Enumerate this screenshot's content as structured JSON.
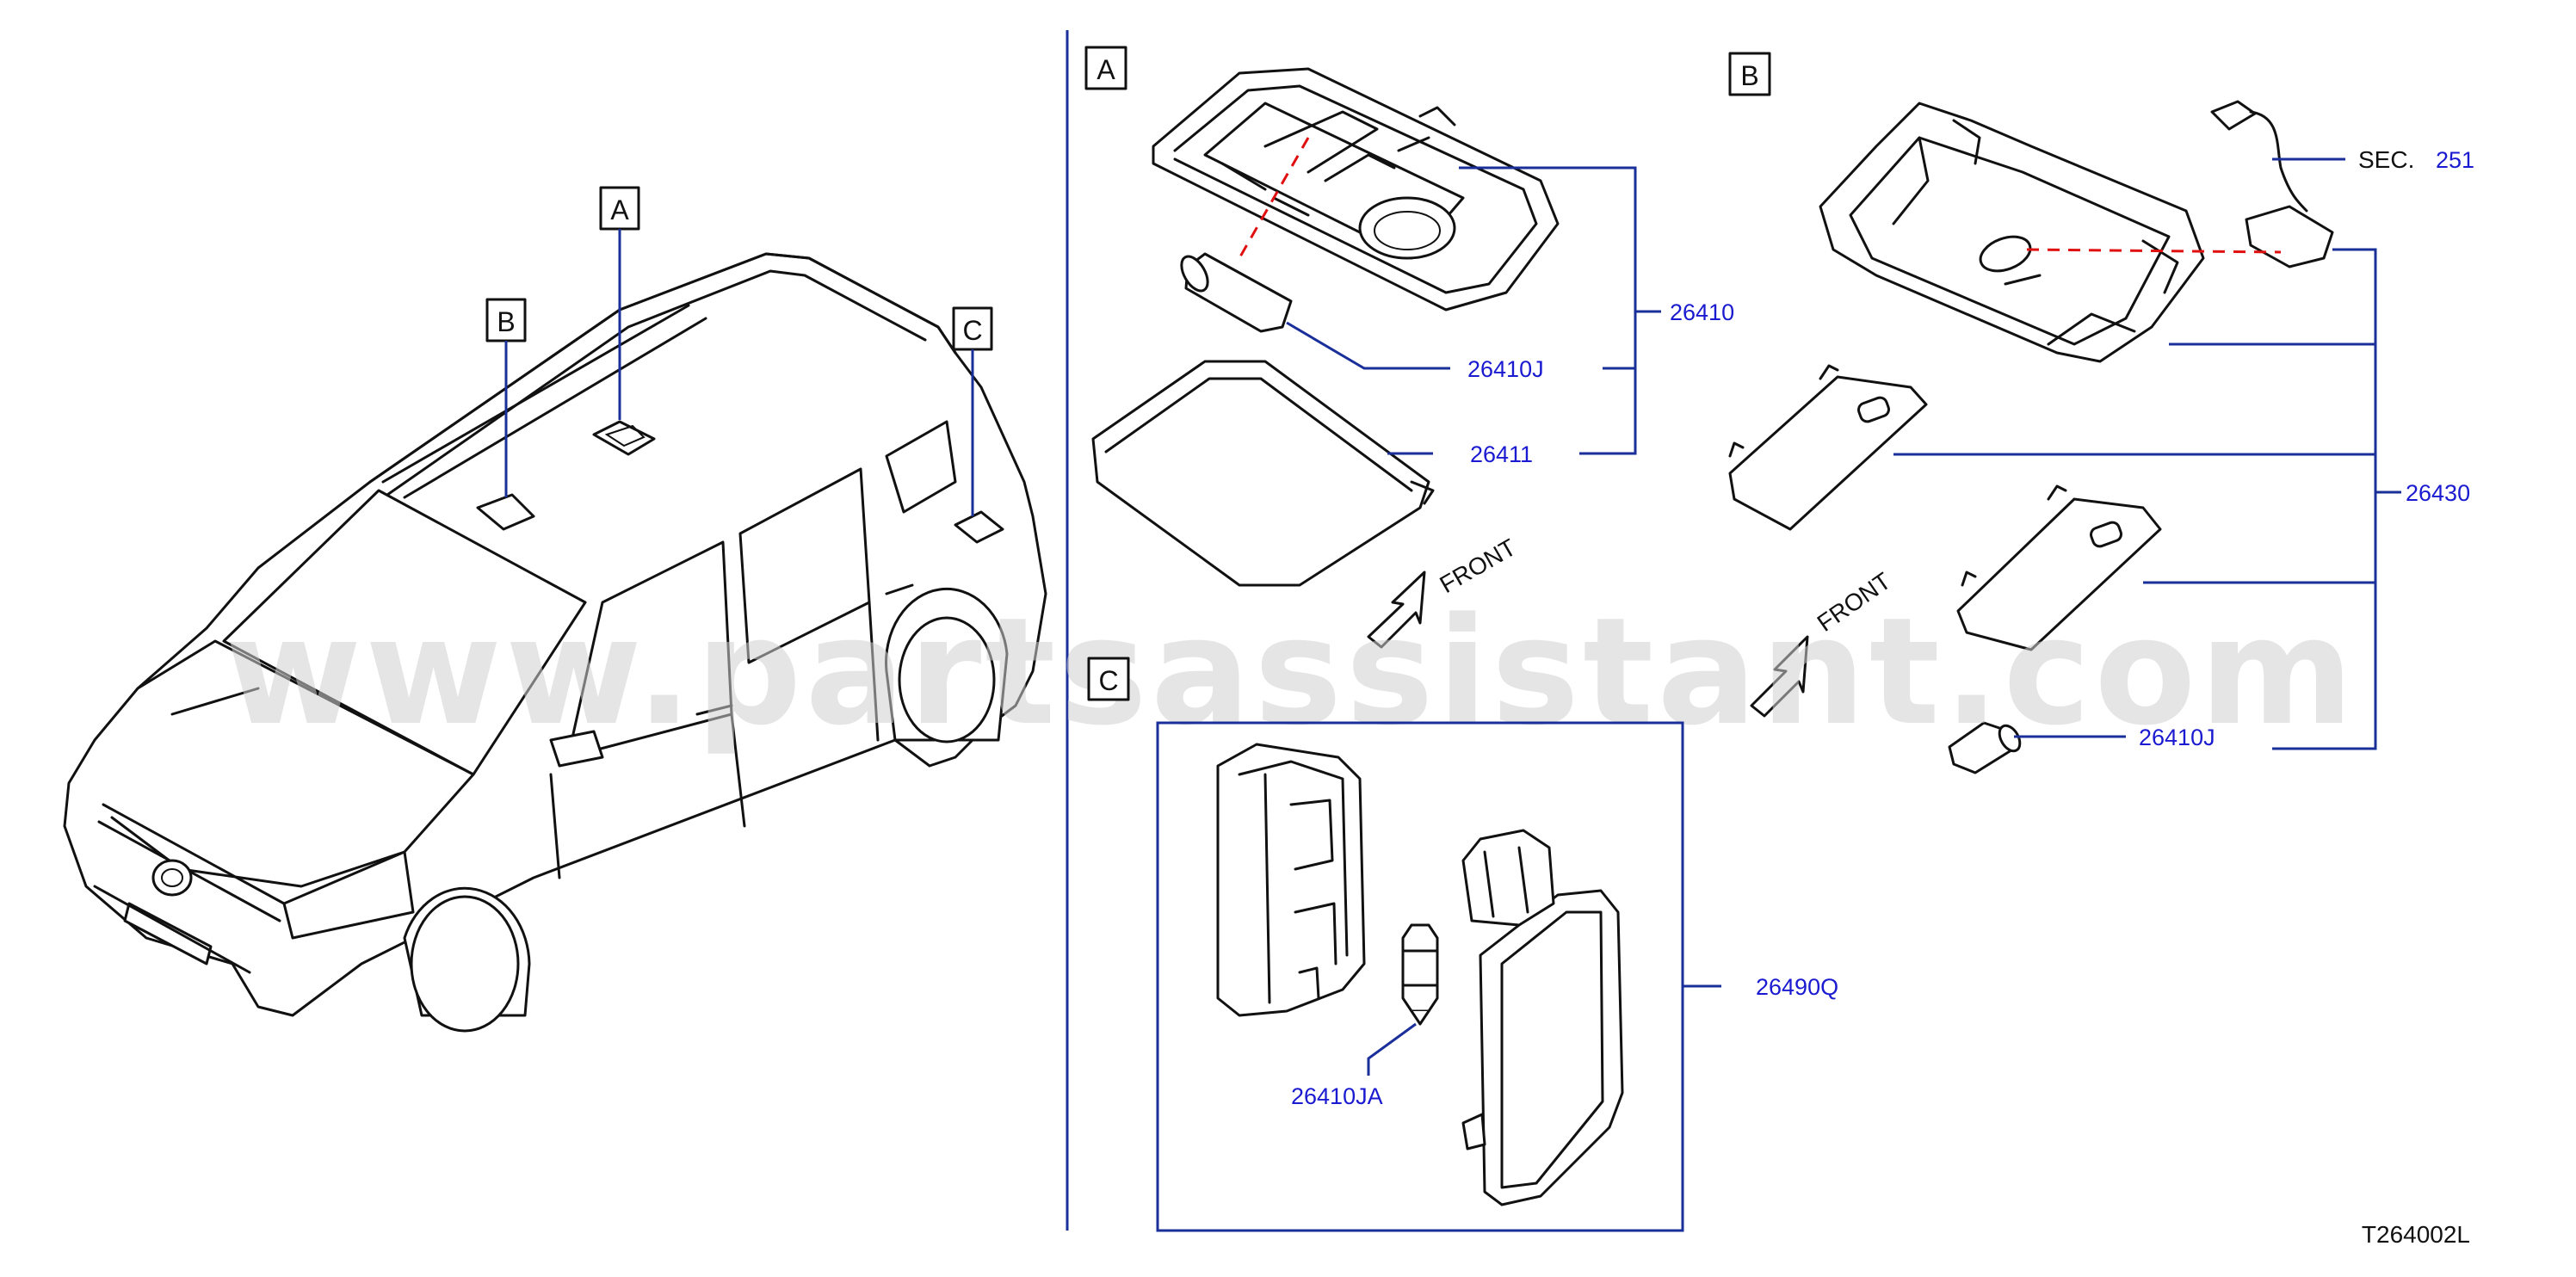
{
  "watermark": "www.partsassistant.com",
  "drawing_code": "T264002L",
  "view_labels": {
    "a": "A",
    "b": "B",
    "c": "C"
  },
  "parts": {
    "p26410": "26410",
    "p26410J_a": "26410J",
    "p26411": "26411",
    "p26430": "26430",
    "p26410J_b": "26410J",
    "p26490Q": "26490Q",
    "p26410JA": "26410JA"
  },
  "section_ref": {
    "prefix": "SEC.",
    "number": "251"
  },
  "front_label": "FRONT",
  "colors": {
    "callout": "#1a2f9a",
    "part_number": "#1a1ad0",
    "dashed_guide": "#e01010",
    "watermark": "#cfcfcf"
  }
}
